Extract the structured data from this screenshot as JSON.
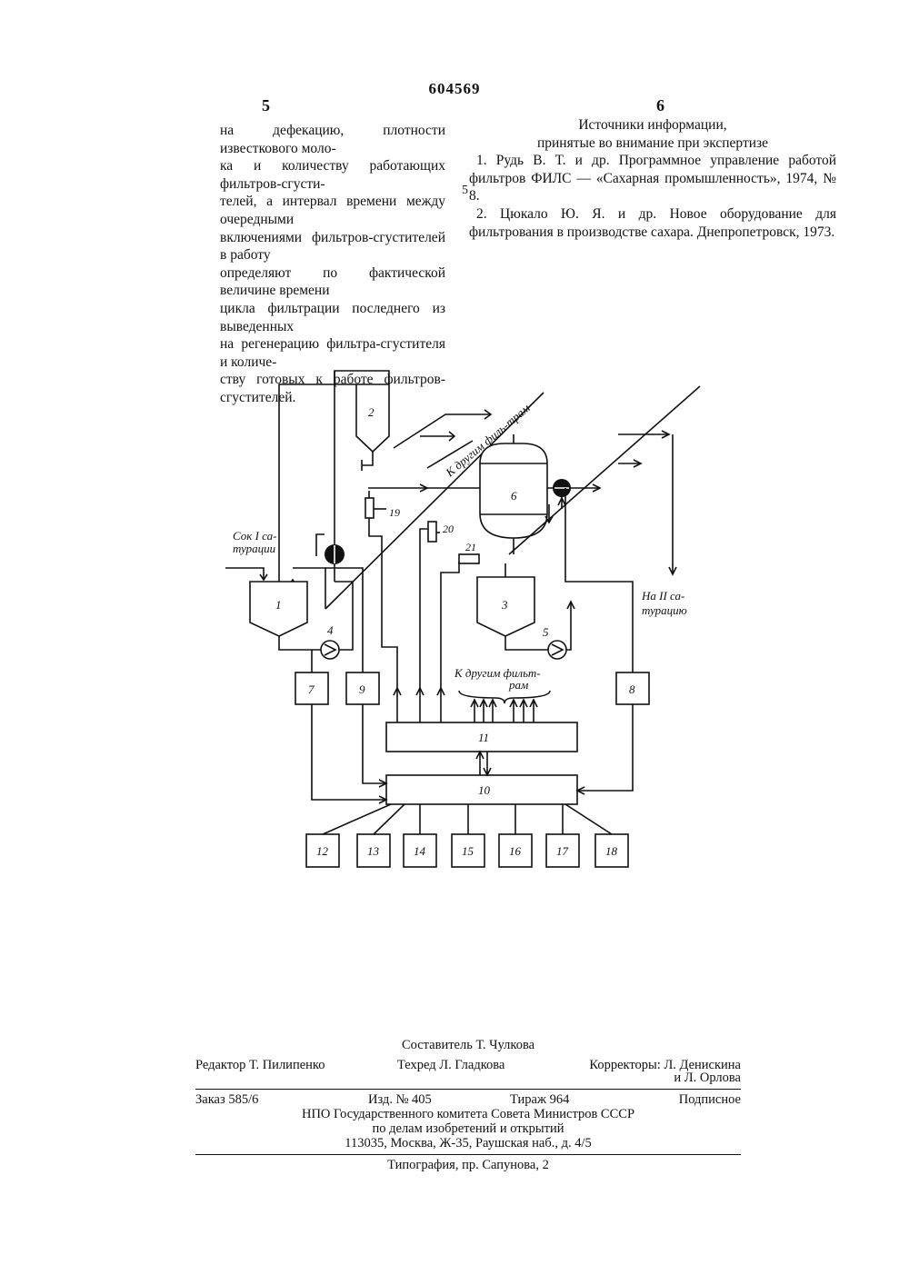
{
  "header": {
    "patent_number": "604569",
    "left_col_number": "5",
    "right_col_number": "6"
  },
  "left_column": {
    "lines": [
      "на дефекацию, плотности известкового моло-",
      "ка и количеству работающих фильтров-сгусти-",
      "телей, а интервал времени между очередными",
      "включениями фильтров-сгустителей в работу",
      "определяют по фактической величине времени",
      "цикла фильтрации последнего из выведенных",
      "на регенерацию фильтра-сгустителя и количе-",
      "ству готовых к работе фильтров-сгустителей."
    ]
  },
  "right_column": {
    "heading_1": "Источники информации,",
    "heading_2": "принятые во внимание при экспертизе",
    "ref_1": "1. Рудь В. Т. и др. Программное управление работой фильтров ФИЛС — «Сахарная промышленность», 1974, № 8.",
    "ref_2": "2. Цюкало Ю. Я. и др. Новое оборудование для фильтрования в производстве сахара. Днепропетровск, 1973.",
    "margin_line_number": "5"
  },
  "diagram": {
    "box_labels": [
      "1",
      "2",
      "3",
      "4",
      "5",
      "6",
      "7",
      "8",
      "9",
      "10",
      "11",
      "12",
      "13",
      "14",
      "15",
      "16",
      "17",
      "18",
      "19",
      "20",
      "21"
    ],
    "text_to_other_filters_top": "К другим филь-трам",
    "text_to_other_filters_mid": "К другим фильт-рам",
    "text_juice_input": "Сок I са-турации",
    "text_to_second_saturation": "На II са-турацию"
  },
  "credits": {
    "composer": "Составитель Т. Чулкова",
    "editor": "Редактор Т. Пилипенко",
    "techred": "Техред Л. Гладкова",
    "correctors_1": "Корректоры: Л. Денискина",
    "correctors_2": "и Л. Орлова",
    "order": "Заказ 585/6",
    "edition": "Изд. № 405",
    "circulation": "Тираж 964",
    "subscription": "Подписное",
    "org_1": "НПО Государственного комитета Совета Министров СССР",
    "org_2": "по делам изобретений и открытий",
    "org_3": "113035, Москва, Ж-35, Раушская наб., д. 4/5",
    "printer": "Типография, пр. Сапунова, 2"
  }
}
